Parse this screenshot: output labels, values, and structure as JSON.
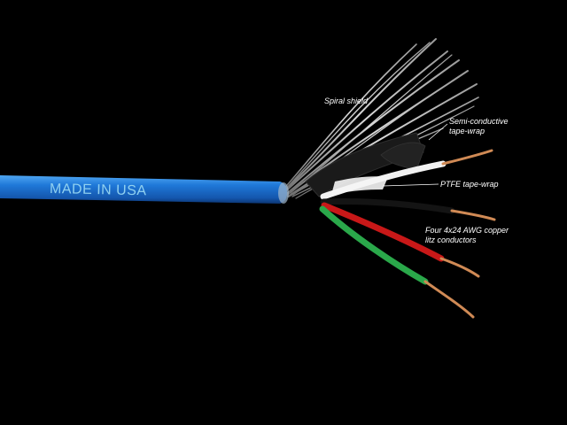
{
  "labels": {
    "spiral_shield": "Spiral shield",
    "semi_conductive_line1": "Semi-conductive",
    "semi_conductive_line2": "tape-wrap",
    "ptfe": "PTFE tape-wrap",
    "conductors_line1": "Four 4x24 AWG copper",
    "conductors_line2": "litz conductors"
  },
  "jacket_text": "MADE IN USA",
  "colors": {
    "background": "#000000",
    "jacket": "#1a6fd0",
    "shield": "#c8c8c8",
    "conductor_white": "#f2f2f2",
    "conductor_black": "#141414",
    "conductor_red": "#c81818",
    "conductor_green": "#2aa84a",
    "copper": "#d08a55",
    "label_text": "#ffffff"
  }
}
